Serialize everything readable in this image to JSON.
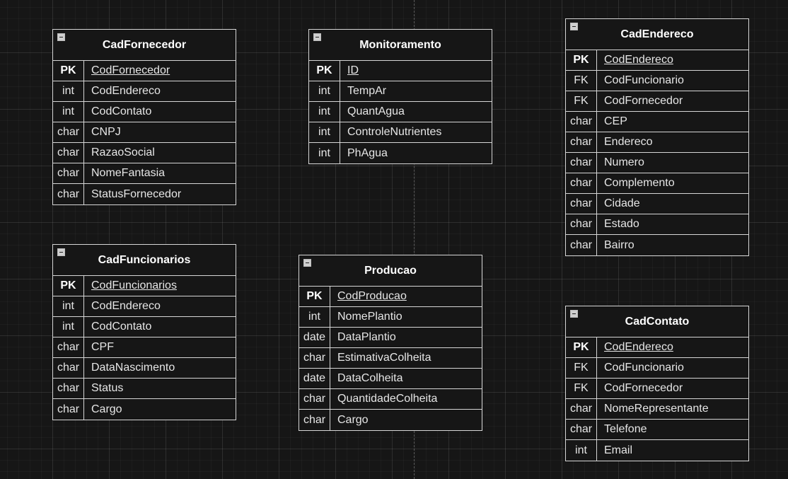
{
  "entities": [
    {
      "id": "cadfornecedor",
      "title": "CadFornecedor",
      "rows": [
        {
          "key": "PK",
          "field": "CodFornecedor",
          "primary": true
        },
        {
          "key": "int",
          "field": "CodEndereco"
        },
        {
          "key": "int",
          "field": "CodContato"
        },
        {
          "key": "char",
          "field": "CNPJ"
        },
        {
          "key": "char",
          "field": "RazaoSocial"
        },
        {
          "key": "char",
          "field": "NomeFantasia"
        },
        {
          "key": "char",
          "field": "StatusFornecedor"
        }
      ]
    },
    {
      "id": "monitoramento",
      "title": "Monitoramento",
      "rows": [
        {
          "key": "PK",
          "field": "ID",
          "primary": true
        },
        {
          "key": "int",
          "field": "TempAr"
        },
        {
          "key": "int",
          "field": "QuantAgua"
        },
        {
          "key": "int",
          "field": "ControleNutrientes"
        },
        {
          "key": "int",
          "field": "PhAgua"
        }
      ]
    },
    {
      "id": "cadendereco",
      "title": "CadEndereco",
      "rows": [
        {
          "key": "PK",
          "field": "CodEndereco",
          "primary": true
        },
        {
          "key": "FK",
          "field": "CodFuncionario"
        },
        {
          "key": "FK",
          "field": "CodFornecedor"
        },
        {
          "key": "char",
          "field": "CEP"
        },
        {
          "key": "char",
          "field": "Endereco"
        },
        {
          "key": "char",
          "field": "Numero"
        },
        {
          "key": "char",
          "field": "Complemento"
        },
        {
          "key": "char",
          "field": "Cidade"
        },
        {
          "key": "char",
          "field": "Estado"
        },
        {
          "key": "char",
          "field": "Bairro"
        }
      ]
    },
    {
      "id": "cadfuncionarios",
      "title": "CadFuncionarios",
      "rows": [
        {
          "key": "PK",
          "field": "CodFuncionarios",
          "primary": true
        },
        {
          "key": "int",
          "field": "CodEndereco"
        },
        {
          "key": "int",
          "field": "CodContato"
        },
        {
          "key": "char",
          "field": "CPF"
        },
        {
          "key": "char",
          "field": "DataNascimento"
        },
        {
          "key": "char",
          "field": "Status"
        },
        {
          "key": "char",
          "field": "Cargo"
        }
      ]
    },
    {
      "id": "producao",
      "title": "Producao",
      "rows": [
        {
          "key": "PK",
          "field": "CodProducao",
          "primary": true
        },
        {
          "key": "int",
          "field": "NomePlantio"
        },
        {
          "key": "date",
          "field": "DataPlantio"
        },
        {
          "key": "char",
          "field": "EstimativaColheita"
        },
        {
          "key": "date",
          "field": "DataColheita"
        },
        {
          "key": "char",
          "field": "QuantidadeColheita"
        },
        {
          "key": "char",
          "field": "Cargo"
        }
      ]
    },
    {
      "id": "cadcontato",
      "title": "CadContato",
      "rows": [
        {
          "key": "PK",
          "field": "CodEndereco",
          "primary": true
        },
        {
          "key": "FK",
          "field": "CodFuncionario"
        },
        {
          "key": "FK",
          "field": "CodFornecedor"
        },
        {
          "key": "char",
          "field": "NomeRepresentante"
        },
        {
          "key": "char",
          "field": "Telefone"
        },
        {
          "key": "int",
          "field": "Email"
        }
      ]
    }
  ]
}
